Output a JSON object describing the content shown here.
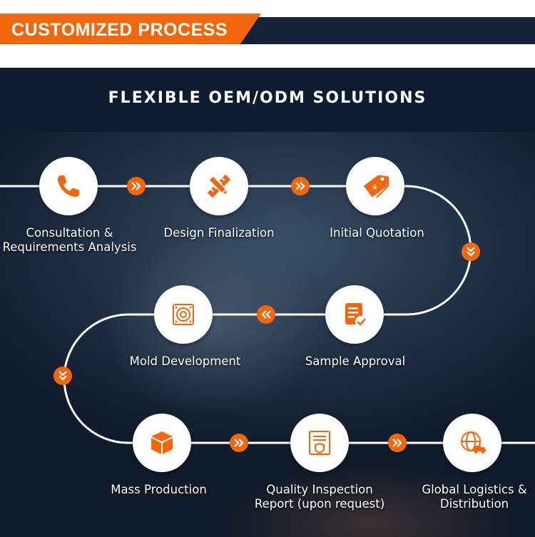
{
  "header": {
    "title": "CUSTOMIZED PROCESS"
  },
  "banner": {
    "title": "FLEXIBLE OEM/ODM SOLUTIONS"
  },
  "colors": {
    "accent": "#f2660e",
    "navy": "#14223a",
    "line": "#ffffff"
  },
  "steps": [
    {
      "icon": "phone-icon",
      "line1": "Consultation &",
      "line2": "Requirements Analysis"
    },
    {
      "icon": "ruler-pencil-icon",
      "line1": "Design Finalization",
      "line2": ""
    },
    {
      "icon": "price-tag-icon",
      "line1": "Initial Quotation",
      "line2": ""
    },
    {
      "icon": "approved-document-icon",
      "line1": "Sample Approval",
      "line2": ""
    },
    {
      "icon": "mold-speaker-icon",
      "line1": "Mold Development",
      "line2": ""
    },
    {
      "icon": "box-icon",
      "line1": "Mass Production",
      "line2": ""
    },
    {
      "icon": "inspection-report-icon",
      "line1": "Quality Inspection",
      "line2": "Report (upon request)"
    },
    {
      "icon": "globe-truck-icon",
      "line1": "Global Logistics &",
      "line2": "Distribution"
    }
  ],
  "connectors": [
    {
      "icon": "double-chevron-right-icon"
    },
    {
      "icon": "double-chevron-right-icon"
    },
    {
      "icon": "double-chevron-down-icon"
    },
    {
      "icon": "double-chevron-left-icon"
    },
    {
      "icon": "double-chevron-down-icon"
    },
    {
      "icon": "double-chevron-right-icon"
    },
    {
      "icon": "double-chevron-right-icon"
    }
  ]
}
